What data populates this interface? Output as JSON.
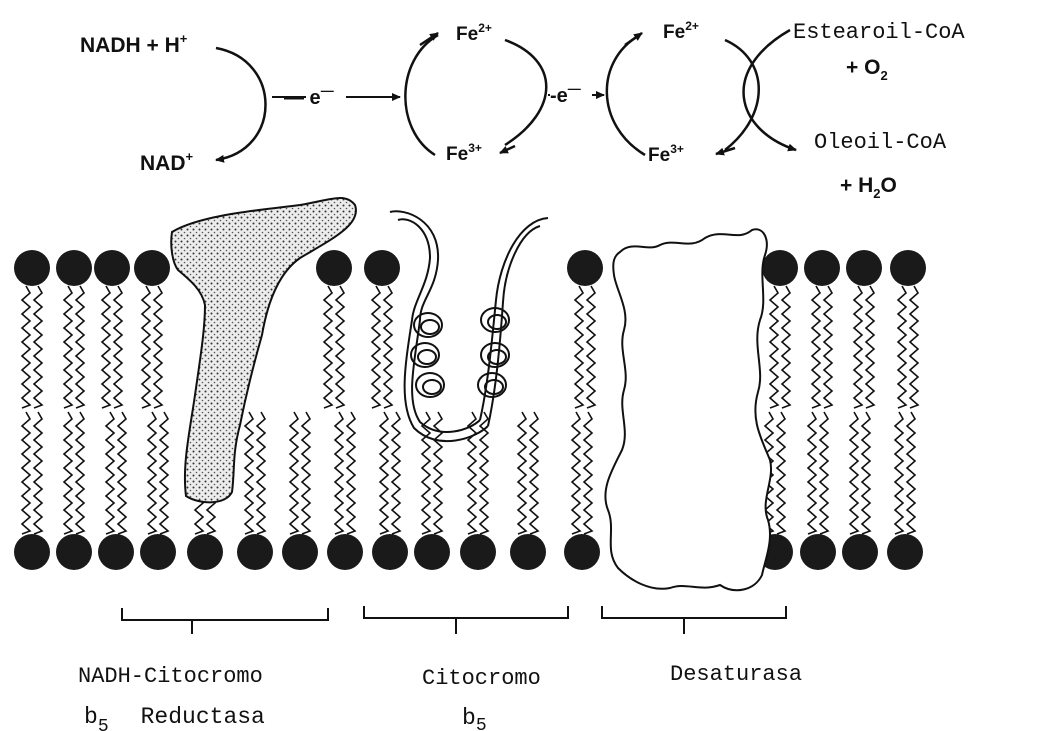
{
  "reaction": {
    "nadh": "NADH + H",
    "nadh_sup": "+",
    "nad": "NAD",
    "nad_sup": "+",
    "electron1": "— e",
    "electron1_sup": "—",
    "electron2": "-e",
    "electron2_sup": "—",
    "cytb5_fe_red": "Fe",
    "cytb5_fe_red_sup": "2+",
    "cytb5_fe_ox": "Fe",
    "cytb5_fe_ox_sup": "3+",
    "desat_fe_red": "Fe",
    "desat_fe_red_sup": "2+",
    "desat_fe_ox": "Fe",
    "desat_fe_ox_sup": "3+",
    "substrate_line1": "Estearoil-CoA",
    "substrate_line2": "+ O",
    "substrate_line2_sub": "2",
    "product_line1": "Oleoil-CoA",
    "product_line2": "+ H",
    "product_line2_sub": "2",
    "product_line2_end": "O"
  },
  "labels": {
    "reductase_line1": "NADH-Citocromo",
    "reductase_line2": "b",
    "reductase_line2_sub": "5",
    "reductase_line2_end": "Reductasa",
    "cytb5_line1": "Citocromo",
    "cytb5_line2": "b",
    "cytb5_line2_sub": "5",
    "desaturase": "Desaturasa"
  },
  "colors": {
    "ink": "#111111",
    "lipid_head": "#1a1a1a",
    "reductase_fill": "#e4e4e4"
  }
}
